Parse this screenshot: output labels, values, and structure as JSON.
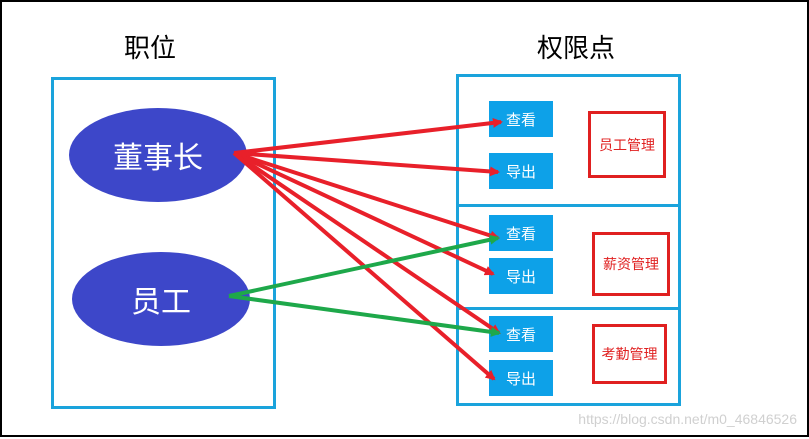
{
  "headings": {
    "positions": "职位",
    "permissions": "权限点"
  },
  "positions": [
    {
      "label": "董事长"
    },
    {
      "label": "员工"
    }
  ],
  "modules": [
    {
      "name": "员工管理",
      "actions": [
        "查看",
        "导出"
      ]
    },
    {
      "name": "薪资管理",
      "actions": [
        "查看",
        "导出"
      ]
    },
    {
      "name": "考勤管理",
      "actions": [
        "查看",
        "导出"
      ]
    }
  ],
  "grants": [
    {
      "from": "董事长",
      "color": "#e8202a",
      "targets": [
        "员工管理/查看",
        "员工管理/导出",
        "薪资管理/查看",
        "薪资管理/导出",
        "考勤管理/查看",
        "考勤管理/导出"
      ]
    },
    {
      "from": "员工",
      "color": "#1ea84a",
      "targets": [
        "薪资管理/查看",
        "考勤管理/查看"
      ]
    }
  ],
  "colors": {
    "box_border": "#1aa3dc",
    "ellipse": "#3d47c9",
    "button": "#0da1e8",
    "module_border": "#e02020",
    "arrow_chairman": "#e8202a",
    "arrow_staff": "#1ea84a"
  },
  "watermark": "https://blog.csdn.net/m0_46846526"
}
